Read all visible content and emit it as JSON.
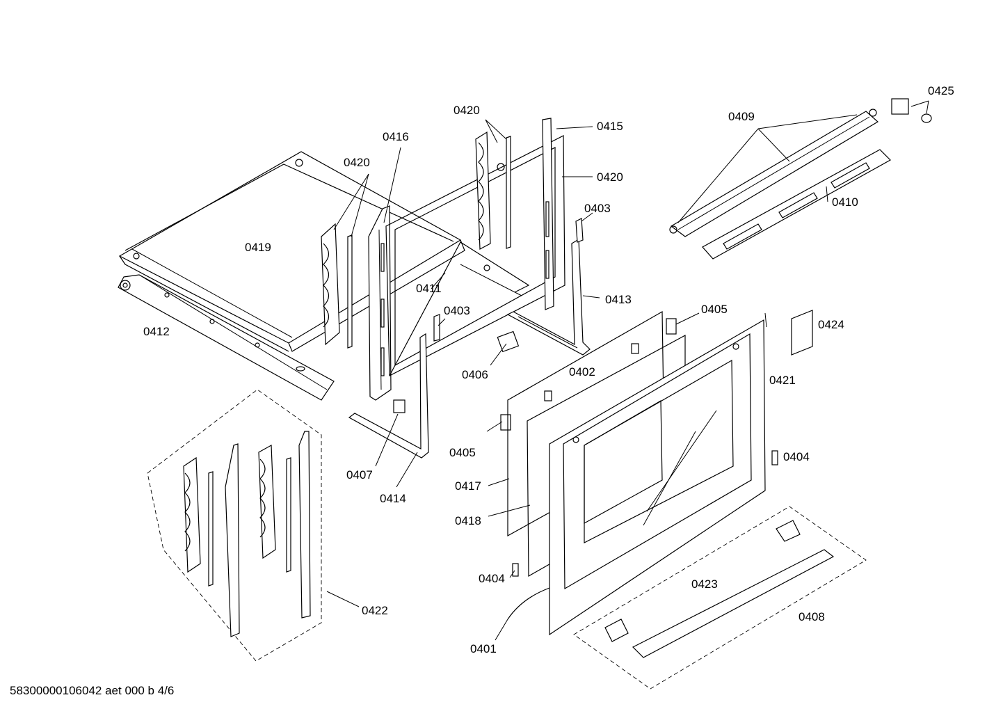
{
  "labels": {
    "p0401": "0401",
    "p0402": "0402",
    "p0403a": "0403",
    "p0403b": "0403",
    "p0404a": "0404",
    "p0404b": "0404",
    "p0405a": "0405",
    "p0405b": "0405",
    "p0406": "0406",
    "p0407": "0407",
    "p0408": "0408",
    "p0409": "0409",
    "p0410": "0410",
    "p0411": "0411",
    "p0412": "0412",
    "p0413": "0413",
    "p0414": "0414",
    "p0415": "0415",
    "p0416": "0416",
    "p0417": "0417",
    "p0418": "0418",
    "p0419": "0419",
    "p0420a": "0420",
    "p0420b": "0420",
    "p0420c": "0420",
    "p0421": "0421",
    "p0422": "0422",
    "p0423": "0423",
    "p0424": "0424",
    "p0425": "0425"
  },
  "footer": "58300000106042 aet 000 b 4/6"
}
